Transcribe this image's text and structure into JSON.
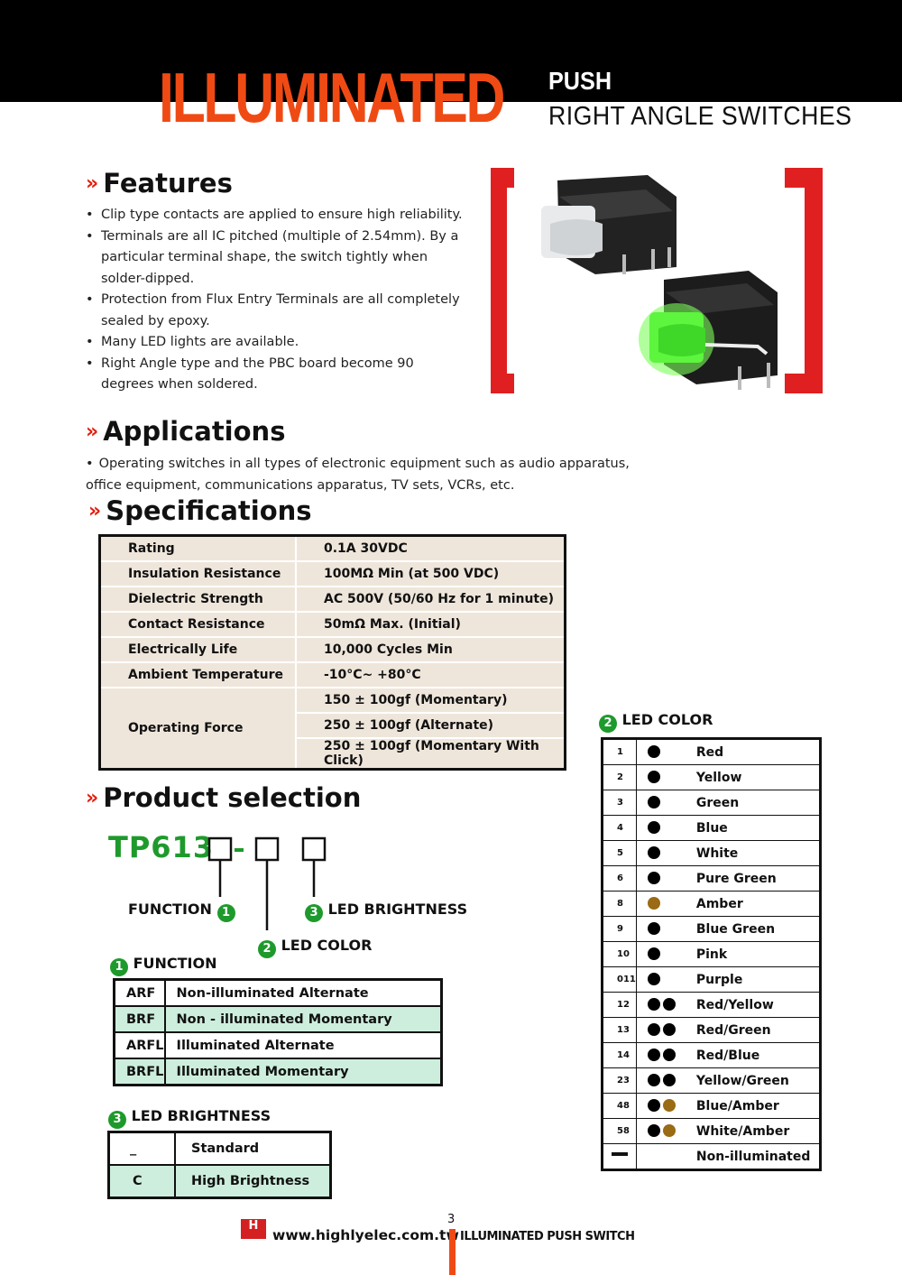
{
  "header": {
    "title": "ILLUMINATED",
    "tag": "PUSH",
    "subtitle": "RIGHT ANGLE SWITCHES"
  },
  "features": {
    "heading": "Features",
    "items": [
      "Clip type contacts are applied to ensure high reliability.",
      "Terminals are all IC pitched (multiple of 2.54mm). By a particular terminal shape, the switch tightly when solder-dipped.",
      "Protection from Flux Entry Terminals are all completely sealed by epoxy.",
      "Many LED lights are available.",
      "Right Angle type and the PBC board become 90 degrees when soldered."
    ]
  },
  "applications": {
    "heading": "Applications",
    "text": "Operating switches in all types of electronic equipment such as audio apparatus, office equipment, communications apparatus,  TV sets, VCRs, etc."
  },
  "specifications": {
    "heading": "Specifications",
    "rows": [
      {
        "k": "Rating",
        "v": "0.1A 30VDC"
      },
      {
        "k": "Insulation Resistance",
        "v": "100MΩ Min (at 500 VDC)"
      },
      {
        "k": "Dielectric Strength",
        "v": "AC 500V (50/60 Hz for 1 minute)"
      },
      {
        "k": "Contact Resistance",
        "v": "50mΩ Max. (Initial)"
      },
      {
        "k": "Electrically Life",
        "v": "10,000 Cycles Min"
      },
      {
        "k": "Ambient Temperature",
        "v": "-10°C~ +80°C"
      }
    ],
    "operating_force": {
      "k": "Operating Force",
      "values": [
        "150 ± 100gf  (Momentary)",
        "250 ± 100gf (Alternate)",
        "250 ± 100gf (Momentary With Click)"
      ]
    }
  },
  "product": {
    "heading": "Product selection",
    "code": "TP613",
    "function_label": "FUNCTION",
    "led_brightness_label": "LED BRIGHTNESS",
    "led_color_label": "LED COLOR",
    "n1": "1",
    "n2": "2",
    "n3": "3"
  },
  "function_table": {
    "title": "FUNCTION",
    "rows": [
      {
        "code": "ARF",
        "desc": "Non-illuminated Alternate"
      },
      {
        "code": "BRF",
        "desc": "Non - illuminated Momentary"
      },
      {
        "code": "ARFL",
        "desc": "Illuminated Alternate"
      },
      {
        "code": "BRFL",
        "desc": "Illuminated Momentary"
      }
    ]
  },
  "brightness_table": {
    "title": "LED BRIGHTNESS",
    "rows": [
      {
        "code": "_",
        "desc": "Standard"
      },
      {
        "code": "C",
        "desc": "High Brightness"
      }
    ]
  },
  "led_color": {
    "title": "LED COLOR",
    "rows": [
      {
        "n": "1",
        "name": "Red",
        "dots": [
          "black"
        ]
      },
      {
        "n": "2",
        "name": "Yellow",
        "dots": [
          "black"
        ]
      },
      {
        "n": "3",
        "name": "Green",
        "dots": [
          "black"
        ]
      },
      {
        "n": "4",
        "name": "Blue",
        "dots": [
          "black"
        ]
      },
      {
        "n": "5",
        "name": "White",
        "dots": [
          "black"
        ]
      },
      {
        "n": "6",
        "name": "Pure Green",
        "dots": [
          "black"
        ]
      },
      {
        "n": "8",
        "name": "Amber",
        "dots": [
          "amber"
        ]
      },
      {
        "n": "9",
        "name": "Blue Green",
        "dots": [
          "black"
        ]
      },
      {
        "n": "10",
        "name": "Pink",
        "dots": [
          "black"
        ]
      },
      {
        "n": "011",
        "name": "Purple",
        "dots": [
          "black"
        ]
      },
      {
        "n": "12",
        "name": "Red/Yellow",
        "dots": [
          "black",
          "black"
        ]
      },
      {
        "n": "13",
        "name": "Red/Green",
        "dots": [
          "black",
          "black"
        ]
      },
      {
        "n": "14",
        "name": "Red/Blue",
        "dots": [
          "black",
          "black"
        ]
      },
      {
        "n": "23",
        "name": "Yellow/Green",
        "dots": [
          "black",
          "black"
        ]
      },
      {
        "n": "48",
        "name": "Blue/Amber",
        "dots": [
          "black",
          "amber"
        ]
      },
      {
        "n": "58",
        "name": "White/Amber",
        "dots": [
          "black",
          "amber"
        ]
      },
      {
        "n": "",
        "name": "Non-illuminated",
        "dots": []
      }
    ]
  },
  "footer": {
    "logo": "H",
    "url": "www.highlyelec.com.tw",
    "page": "3",
    "tag": "ILLUMINATED PUSH SWITCH"
  },
  "colors": {
    "accent": "#f04a14",
    "green": "#1e9a2c",
    "spec_bg": "#efe6db",
    "row_alt": "#cdeedd",
    "bracket": "#e02020"
  }
}
